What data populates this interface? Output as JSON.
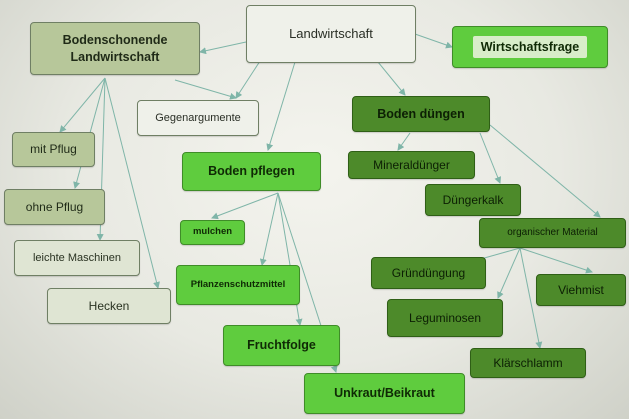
{
  "nodes": {
    "landwirtschaft": "Landwirtschaft",
    "bodenschonende": "Bodenschonende Landwirtschaft",
    "wirtschaftsfrage": "Wirtschaftsfrage",
    "gegenargumente": "Gegenargumente",
    "boden_pflegen": "Boden pflegen",
    "boden_duengen": "Boden düngen",
    "mit_pflug": "mit Pflug",
    "ohne_pflug": "ohne Pflug",
    "leichte_maschinen": "leichte Maschinen",
    "hecken": "Hecken",
    "mulchen": "mulchen",
    "pflanzenschutzmittel": "Pflanzenschutzmittel",
    "fruchtfolge": "Fruchtfolge",
    "unkraut": "Unkraut/Beikraut",
    "mineralduenger": "Mineraldünger",
    "duengerkalk": "Düngerkalk",
    "organischer_material": "organischer Material",
    "gruenduengung": "Gründüngung",
    "viehmist": "Viehmist",
    "leguminosen": "Leguminosen",
    "klaerschlamm": "Klärschlamm"
  },
  "colors": {
    "sage": "#b7c79a",
    "pale": "#dfe5d3",
    "neutral": "#eff1ea",
    "bright_green": "#5fcc3e",
    "dark_green": "#4d8a2a",
    "connector": "#7fb5a8"
  }
}
